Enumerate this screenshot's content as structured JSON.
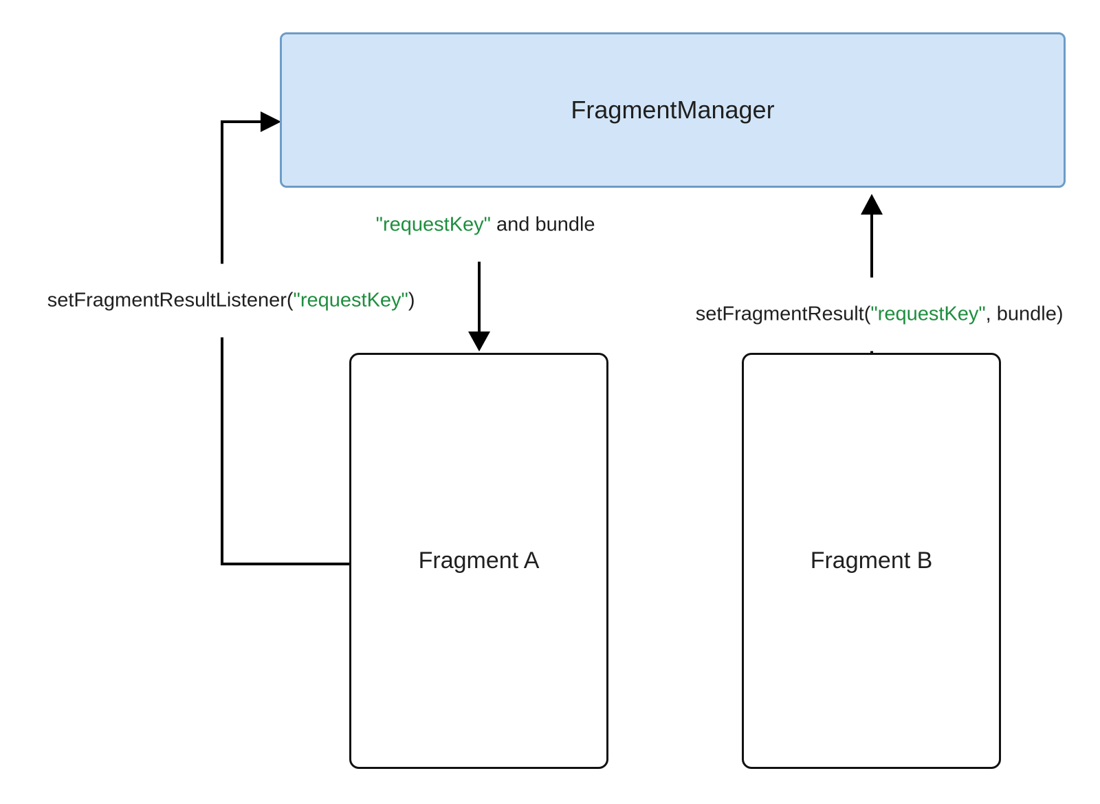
{
  "diagram": {
    "nodes": {
      "fragment_manager": {
        "label": "FragmentManager"
      },
      "fragment_a": {
        "label": "Fragment A"
      },
      "fragment_b": {
        "label": "Fragment B"
      }
    },
    "edges": {
      "request_key_and_bundle": {
        "key": "\"requestKey\"",
        "suffix": " and bundle",
        "direction": "fragment-manager-to-fragment-a"
      },
      "set_fragment_result_listener": {
        "prefix": "setFragmentResultListener(",
        "key": "\"requestKey\"",
        "suffix": ")",
        "direction": "fragment-a-to-fragment-manager"
      },
      "set_fragment_result": {
        "prefix": "setFragmentResult(",
        "key": "\"requestKey\"",
        "suffix": ", bundle)",
        "direction": "fragment-b-to-fragment-manager"
      }
    },
    "colors": {
      "key_green": "#1e8e3e",
      "text_black": "#1f1f1f",
      "manager_fill": "#d2e5f8",
      "manager_border": "#6d9cc6",
      "fragment_border": "#111111",
      "arrow": "#000000"
    }
  }
}
